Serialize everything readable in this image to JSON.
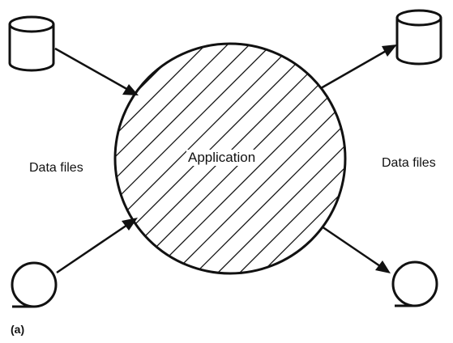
{
  "diagram": {
    "center_label": "Application",
    "left_label": "Data files",
    "right_label": "Data files",
    "caption": "(a)"
  }
}
